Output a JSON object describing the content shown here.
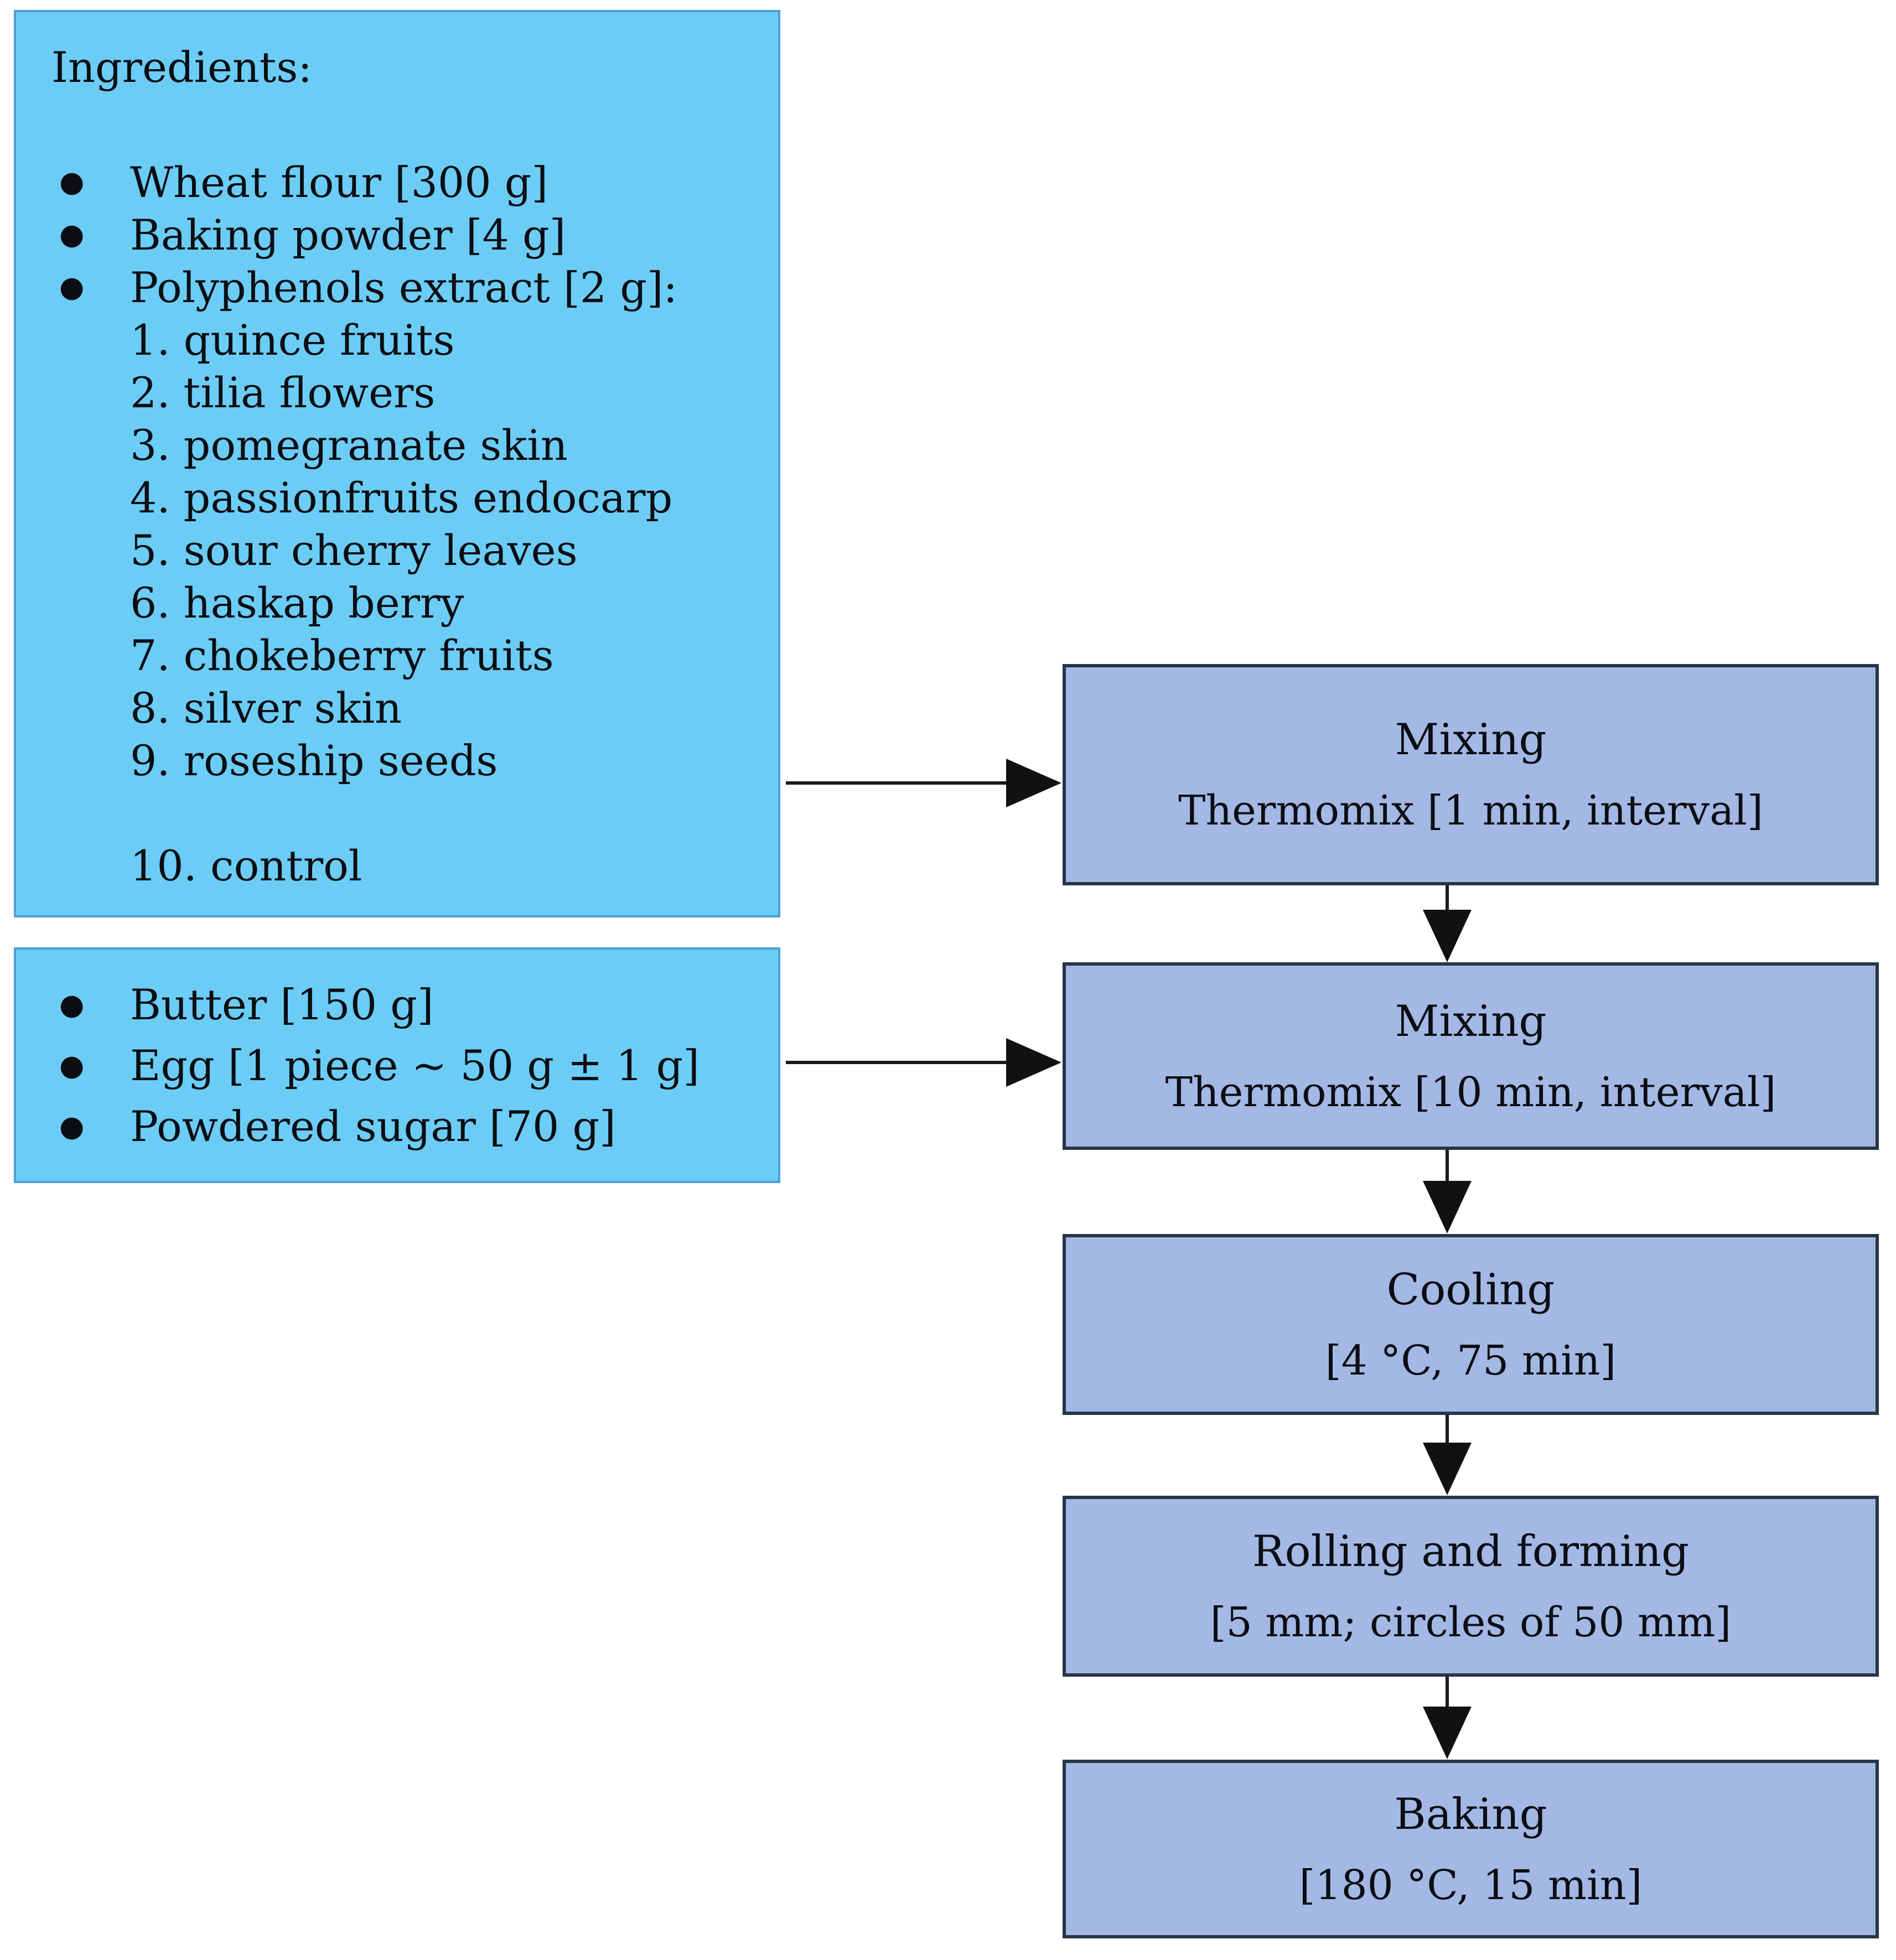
{
  "glyphs": {
    "bullet": "●"
  },
  "colors": {
    "ingredients_fill": "#6bcdf6",
    "ingredients_border": "#4d9fd6",
    "process_fill": "#a3b8e4",
    "process_border": "#263647",
    "arrow": "#111111",
    "text": "#0c0d12",
    "background": "#ffffff"
  },
  "ingredients_box_top": {
    "title": "Ingredients:",
    "bullet_items": [
      "Wheat flour [300 g]",
      "Baking powder [4 g]",
      "Polyphenols extract [2 g]:"
    ],
    "numbered_items": [
      "1. quince fruits",
      "2. tilia flowers",
      "3. pomegranate skin",
      "4. passionfruits endocarp",
      "5. sour cherry leaves",
      "6. haskap berry",
      "7. chokeberry fruits",
      "8. silver skin",
      "9. roseship seeds"
    ],
    "control_item": "10. control"
  },
  "ingredients_box_bottom": {
    "bullet_items": [
      "Butter [150 g]",
      "Egg [1 piece ~ 50 g ± 1 g]",
      "Powdered sugar [70 g]"
    ]
  },
  "process_steps": [
    {
      "title": "Mixing",
      "detail": "Thermomix [1 min, interval]"
    },
    {
      "title": "Mixing",
      "detail": "Thermomix [10 min, interval]"
    },
    {
      "title": "Cooling",
      "detail": "[4 °C, 75 min]"
    },
    {
      "title": "Rolling and forming",
      "detail": "[5 mm; circles of 50 mm]"
    },
    {
      "title": "Baking",
      "detail": "[180 °C, 15 min]"
    }
  ]
}
